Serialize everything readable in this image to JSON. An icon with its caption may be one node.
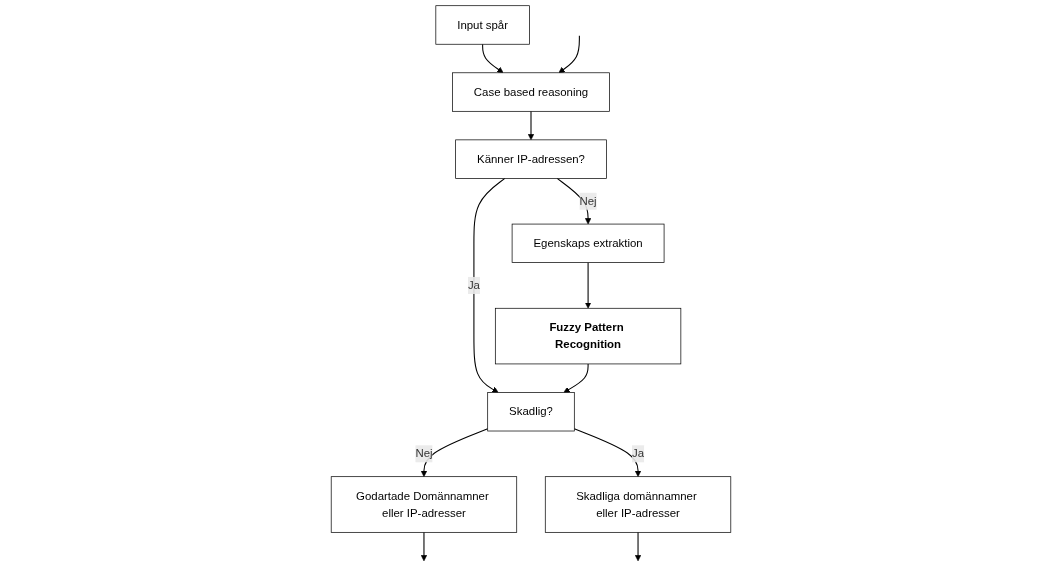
{
  "diagram": {
    "nodes": [
      {
        "text": [
          "Input spår"
        ]
      },
      {
        "text": [
          "Case based reasoning"
        ]
      },
      {
        "text": [
          "Känner IP-adressen?"
        ]
      },
      {
        "text": [
          "Egenskaps extraktion"
        ]
      },
      {
        "text": [
          "Godartade Domännamner eller IP-adresser"
        ]
      },
      {
        "text": [
          "Skadlig?"
        ]
      },
      {
        "text": [
          "Fuzzy Pattern Recognition"
        ]
      },
      {
        "text": [
          "Skadliga domännamner eller IP-adresser"
        ]
      }
    ],
    "edges": [
      {
        "from": 0,
        "to": 1,
        "arrow": "to"
      },
      {
        "from": null,
        "to": 1,
        "arrow": "to"
      },
      {
        "from": 1,
        "to": 2,
        "arrow": "to"
      },
      {
        "from": 2,
        "to": 3,
        "label": "Nej",
        "arrow": "to"
      },
      {
        "from": 2,
        "to": 5,
        "label": "Ja",
        "arrow": "to"
      },
      {
        "from": 3,
        "to": 6,
        "arrow": "to"
      },
      {
        "from": 6,
        "to": 5,
        "arrow": "to"
      },
      {
        "from": 5,
        "to": 4,
        "label": "Nej",
        "arrow": "to"
      },
      {
        "from": 5,
        "to": 7,
        "label": "Ja",
        "arrow": "to"
      },
      {
        "from": 4,
        "to": null,
        "arrow": "to"
      },
      {
        "from": 7,
        "to": null,
        "arrow": "to"
      }
    ]
  }
}
